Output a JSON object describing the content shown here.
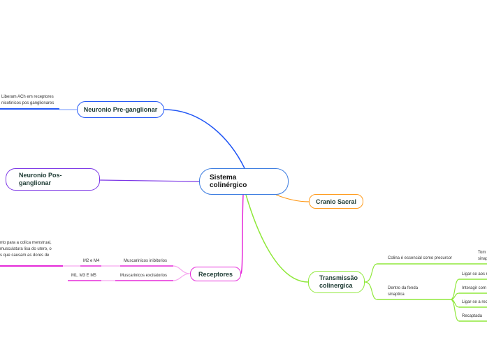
{
  "colors": {
    "pre": "#2257f5",
    "pos": "#7b35e6",
    "cranio": "#ff9a1a",
    "receptores": "#e52ad9",
    "transmissao": "#8fe83a",
    "central": "#3a7be0"
  },
  "central": {
    "label_line1": "Sistema",
    "label_line2": "colinérgico"
  },
  "pre_ganglionar": {
    "label": "Neuronio Pre-ganglionar",
    "leaf_line1": "Liberam ACh em receptores",
    "leaf_line2": "nicotinicos pos ganglionares"
  },
  "pos_ganglionar": {
    "label_line1": "Neuronio Pos-",
    "label_line2": "ganglionar"
  },
  "cranio_sacral": {
    "label": "Cranio Sacral"
  },
  "receptores": {
    "label": "Receptores",
    "inibitorios": "Muscarinicos inibitorios",
    "excitatorios": "Muscarinicos excitatorios",
    "m2m4": "M2 e M4",
    "m1m3m5": "M1, M3 E M5",
    "note_line1": "nto para a colica menstrual,",
    "note_line2": "musculatura lisa do utero, o",
    "note_line3": "s que causam as dores de"
  },
  "transmissao": {
    "label_line1": "Transmissão",
    "label_line2": "colinergica",
    "colina": "Colina é essencial como precursor",
    "tom_line1": "Tom",
    "tom_line2": "sinap",
    "fenda_line1": "Dentro da fenda",
    "fenda_line2": "sinaptica",
    "sub": [
      "Ligar-se aos r",
      "Interagir com",
      "Ligar-se a rec",
      "Recaptada"
    ]
  }
}
